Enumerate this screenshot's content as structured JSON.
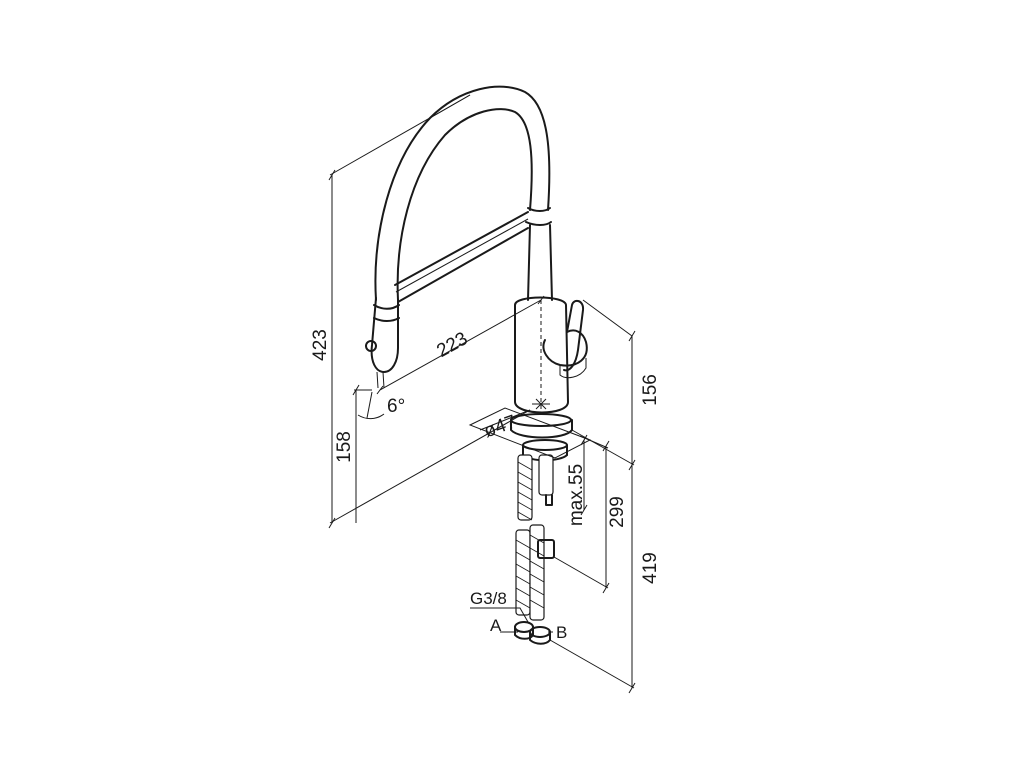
{
  "dimensions": {
    "height_total": "423",
    "reach": "223",
    "spout_height": "158",
    "angle": "6°",
    "diameter": "ø47",
    "body_height": "156",
    "max_thickness": "max.55",
    "hose_length": "299",
    "total_below": "419"
  },
  "labels": {
    "thread": "G3/8",
    "connection_a": "A",
    "connection_b": "B"
  }
}
